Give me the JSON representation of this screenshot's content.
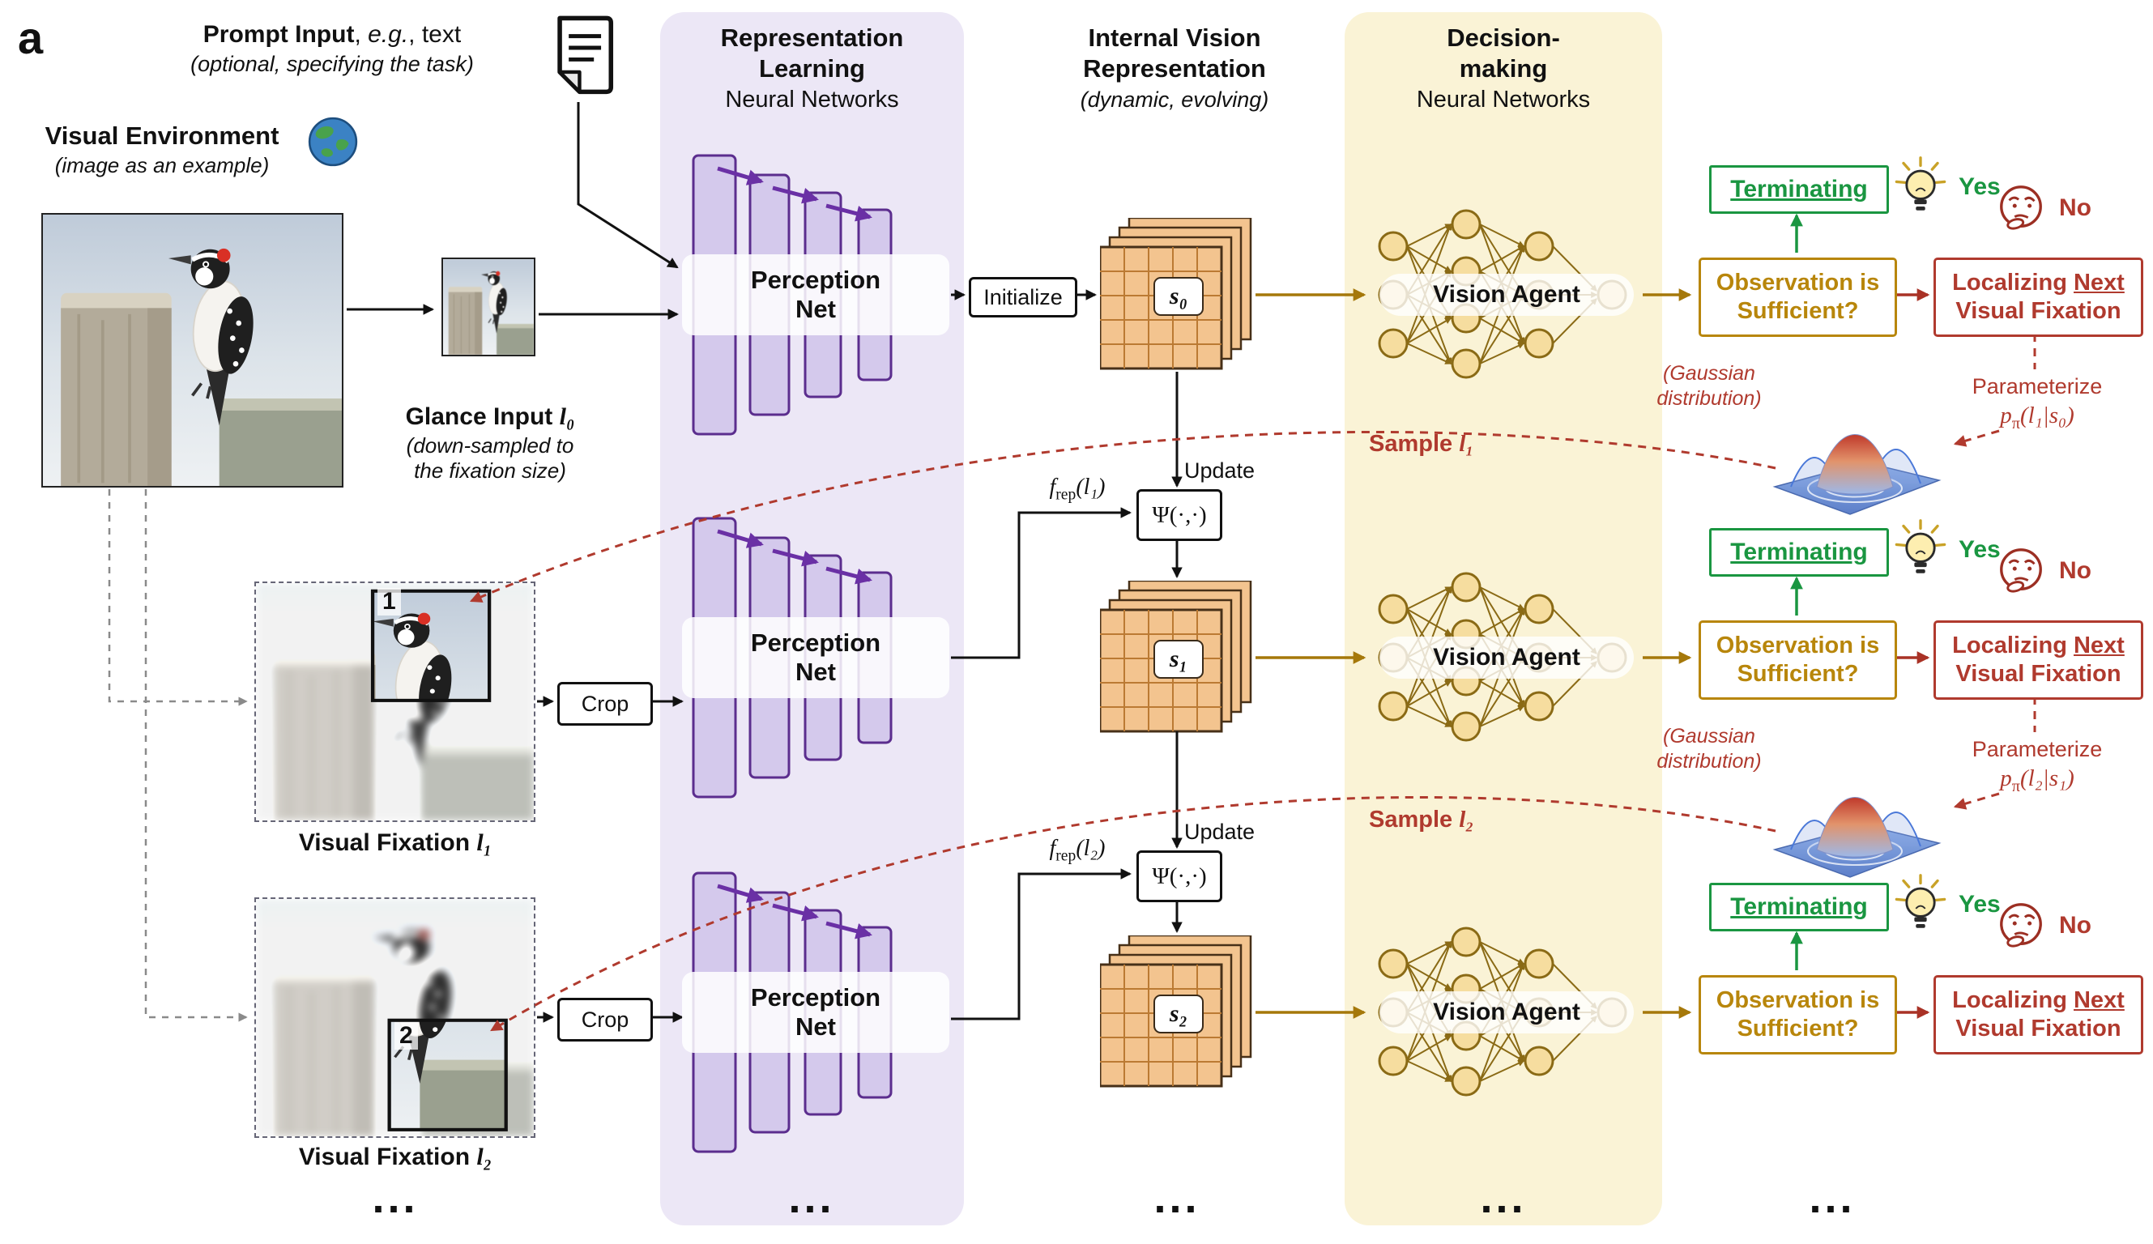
{
  "panel_label": "a",
  "colors": {
    "purple_panel": "#ece7f6",
    "yellow_panel": "#faf3d6",
    "purple": "#5b2d8e",
    "gold": "#a5780a",
    "green": "#1a9641",
    "dark_red": "#a93226",
    "red": "#b03a2e",
    "orange": "#b8860b",
    "grid_orange": "#f3c48f"
  },
  "header": {
    "prompt": {
      "title": "Prompt Input",
      "sep": ", ",
      "eg": "e.g.",
      "suffix": ", text",
      "note": "(optional, specifying the task)"
    },
    "visual_env": {
      "title": "Visual Environment",
      "note": "(image as an example)"
    },
    "rep_learning": {
      "line1": "Representation",
      "line2": "Learning",
      "line3": "Neural Networks"
    },
    "internal_vision": {
      "line1": "Internal Vision",
      "line2": "Representation",
      "note": "(dynamic, evolving)"
    },
    "decision": {
      "line1": "Decision-",
      "line2": "making",
      "line3": "Neural Networks"
    }
  },
  "glance": {
    "label_text": "Glance Input ",
    "label_math": "l₀",
    "note1": "(down-sampled to",
    "note2": "the fixation size)"
  },
  "fixations": [
    {
      "label_text": "Visual Fixation ",
      "label_math": "l₁",
      "crop_num": "1"
    },
    {
      "label_text": "Visual Fixation ",
      "label_math": "l₂",
      "crop_num": "2"
    }
  ],
  "pipeline": {
    "perception_line1": "Perception",
    "perception_line2": "Net",
    "vision_agent": "Vision Agent",
    "initialize": "Initialize",
    "crop": "Crop",
    "update": "Update",
    "psi": "Ψ(·,·)",
    "states": [
      "s₀",
      "s₁",
      "s₂"
    ],
    "f_rep": [
      {
        "fn": "f",
        "sub": "rep",
        "arg": "(l₁)"
      },
      {
        "fn": "f",
        "sub": "rep",
        "arg": "(l₂)"
      }
    ]
  },
  "decision_ui": {
    "terminating": "Terminating",
    "yes": "Yes",
    "no": "No",
    "observation_line1": "Observation is",
    "observation_line2": "Sufficient?",
    "localizing_pre": "Localizing ",
    "localizing_next": "Next",
    "localizing_line2": "Visual Fixation",
    "gaussian_note1": "(Gaussian",
    "gaussian_note2": "distribution)",
    "parameterize": "Parameterize",
    "p_pi": [
      {
        "p": "p",
        "sub": "π",
        "arg": "(l₁|s₀)"
      },
      {
        "p": "p",
        "sub": "π",
        "arg": "(l₂|s₁)"
      }
    ],
    "sample": [
      {
        "text": "Sample ",
        "math": "l₁"
      },
      {
        "text": "Sample ",
        "math": "l₂"
      }
    ]
  },
  "ellipsis": "..."
}
